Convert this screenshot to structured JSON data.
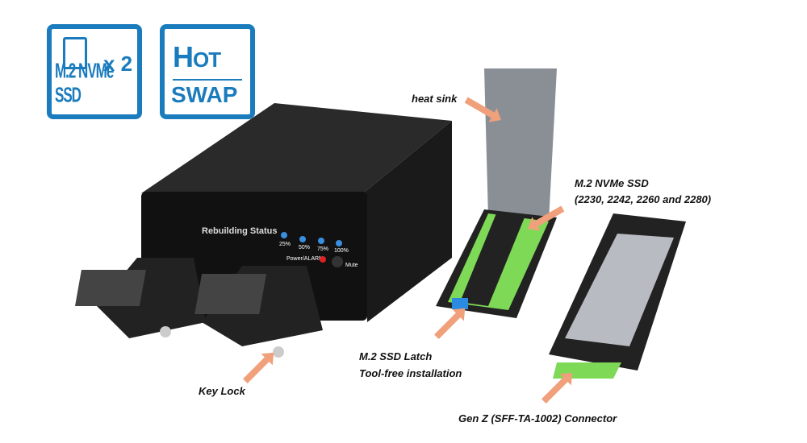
{
  "badges": {
    "drive_count": "x 2",
    "drive_type": "M.2 NVMe SSD",
    "hot_h": "H",
    "hot_ot": "OT",
    "swap": "SWAP"
  },
  "panel": {
    "title": "Rebuilding Status",
    "p25": "25%",
    "p50": "50%",
    "p75": "75%",
    "p100": "100%",
    "power": "Power/ALARM",
    "mute": "Mute"
  },
  "labels": {
    "heat_sink": "heat sink",
    "ssd_title": "M.2  NVMe SSD",
    "ssd_sizes": "(2230, 2242, 2260 and 2280)",
    "latch": "M.2 SSD Latch",
    "toolfree": "Tool-free installation",
    "keylock": "Key Lock",
    "connector": "Gen Z (SFF-TA-1002) Connector"
  },
  "colors": {
    "brand": "#1a7bbd",
    "arrow": "#f0a07a",
    "pcb": "#7ed957"
  }
}
